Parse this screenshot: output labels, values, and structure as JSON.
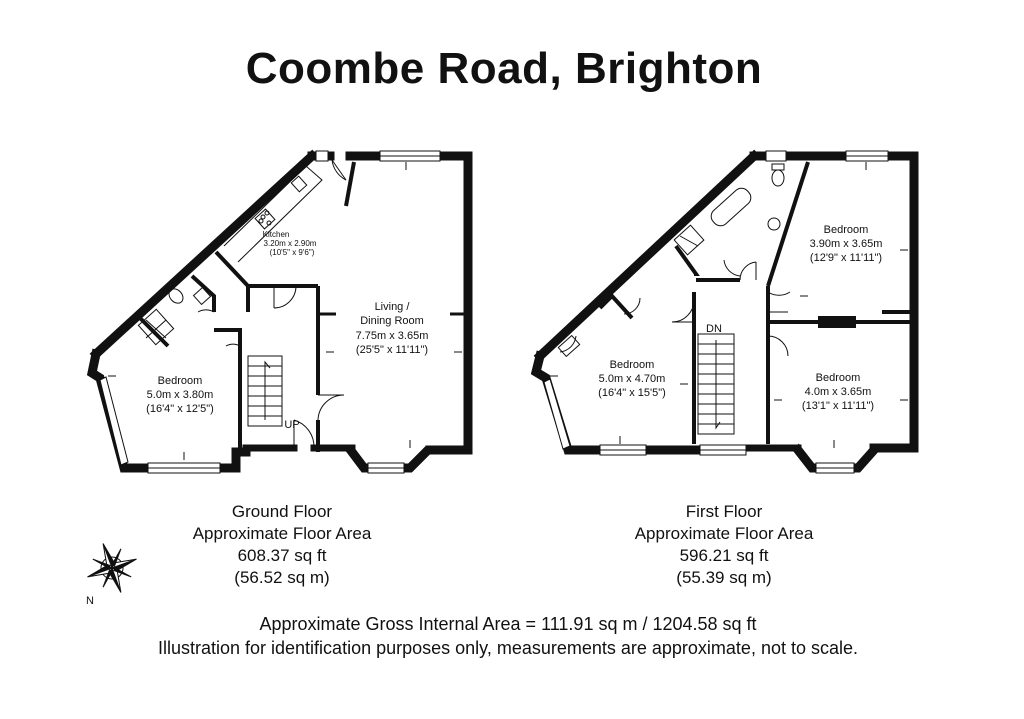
{
  "title": "Coombe Road, Brighton",
  "ground_floor": {
    "rooms": [
      {
        "id": "kitchen",
        "name": "Kitchen",
        "size_m": "3.20m x 2.90m",
        "size_ft": "(10'5\" x 9'6\")"
      },
      {
        "id": "living",
        "name": "Living /",
        "name2": "Dining Room",
        "size_m": "7.75m x 3.65m",
        "size_ft": "(25'5\" x 11'11\")"
      },
      {
        "id": "bedroom",
        "name": "Bedroom",
        "size_m": "5.0m x 3.80m",
        "size_ft": "(16'4\" x 12'5\")"
      }
    ],
    "stair_label": "UP",
    "floor_name": "Ground Floor",
    "area_label": "Approximate Floor Area",
    "area_sqft": "608.37 sq ft",
    "area_sqm": "(56.52 sq m)"
  },
  "first_floor": {
    "rooms": [
      {
        "id": "bedroom1",
        "name": "Bedroom",
        "size_m": "3.90m x 3.65m",
        "size_ft": "(12'9\" x 11'11\")"
      },
      {
        "id": "bedroom2",
        "name": "Bedroom",
        "size_m": "5.0m x 4.70m",
        "size_ft": "(16'4\" x 15'5\")"
      },
      {
        "id": "bedroom3",
        "name": "Bedroom",
        "size_m": "4.0m x 3.65m",
        "size_ft": "(13'1\" x 11'11\")"
      }
    ],
    "stair_label": "DN",
    "floor_name": "First Floor",
    "area_label": "Approximate Floor Area",
    "area_sqft": "596.21 sq ft",
    "area_sqm": "(55.39 sq m)"
  },
  "compass": {
    "north_label": "N",
    "icon": "compass-rose-icon"
  },
  "footer": {
    "gross_area": "Approximate Gross Internal Area = 111.91 sq m / 1204.58 sq ft",
    "disclaimer": "Illustration for identification purposes only, measurements are approximate, not to scale."
  },
  "colors": {
    "wall": "#111111",
    "window": "#ffffff",
    "text": "#111111"
  }
}
